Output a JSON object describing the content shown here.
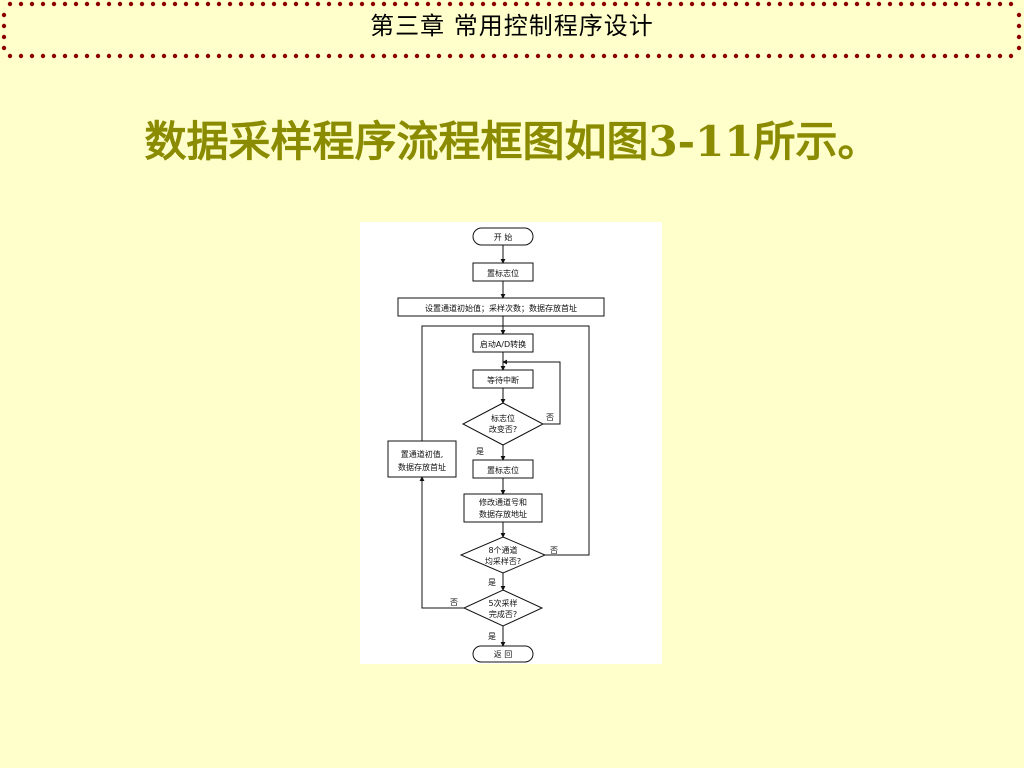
{
  "header": {
    "title": "第三章    常用控制程序设计",
    "dot_color": "#8b0000"
  },
  "heading": {
    "text": "数据采样程序流程框图如图3-11所示。",
    "color": "#8b8b00"
  },
  "flowchart": {
    "start": "开 始",
    "reset_flag_1": "置标志位",
    "init": "设置通道初始值；采样次数；数据存放首址",
    "start_ad": "启动A/D转换",
    "wait_interrupt": "等待中断",
    "flag_changed_line1": "标志位",
    "flag_changed_line2": "改变否?",
    "reset_flag_2": "置标志位",
    "modify_line1": "修改通道号和",
    "modify_line2": "数据存放地址",
    "all_channels_line1": "8个通道",
    "all_channels_line2": "均采样否?",
    "five_times_line1": "5次采样",
    "five_times_line2": "完成否?",
    "reset_init_line1": "置通道初值,",
    "reset_init_line2": "数据存放首址",
    "end": "返 回",
    "yes": "是",
    "no": "否"
  }
}
